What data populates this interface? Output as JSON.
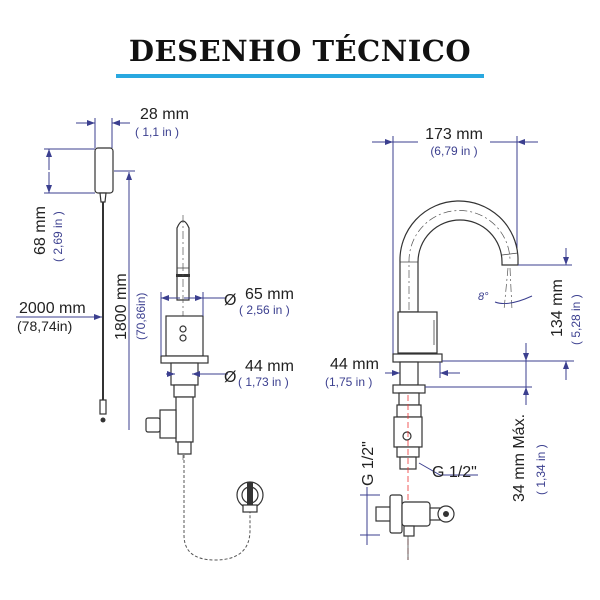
{
  "title": "DESENHO TÉCNICO",
  "colors": {
    "accent": "#29a8e0",
    "dimension": "#3b3f8f",
    "text": "#222222"
  },
  "left_view": {
    "sensor_width": {
      "mm": "28 mm",
      "in": "( 1,1 in )"
    },
    "sensor_height": {
      "mm": "68 mm",
      "in": "( 2,69 in )"
    },
    "cable_length": {
      "mm": "2000 mm",
      "in": "(78,74in)"
    },
    "cable_height": {
      "mm": "1800 mm",
      "in": "(70,86in)"
    },
    "body_diameter": {
      "symbol": "Ø",
      "mm": "65 mm",
      "in": "( 2,56 in )"
    },
    "base_diameter": {
      "symbol": "Ø",
      "mm": "44 mm",
      "in": "( 1,73 in )"
    }
  },
  "right_view": {
    "reach": {
      "mm": "173 mm",
      "in": "(6,79 in )"
    },
    "spout_height": {
      "mm": "134 mm",
      "in": "( 5,28 in )"
    },
    "base_width": {
      "mm": "44 mm",
      "in": "(1,75 in )"
    },
    "max_deck": {
      "mm": "34 mm Máx.",
      "in": "( 1,34 in )"
    },
    "angle": "8°",
    "thread_1": "G 1/2\"",
    "thread_2": "G 1/2\""
  }
}
